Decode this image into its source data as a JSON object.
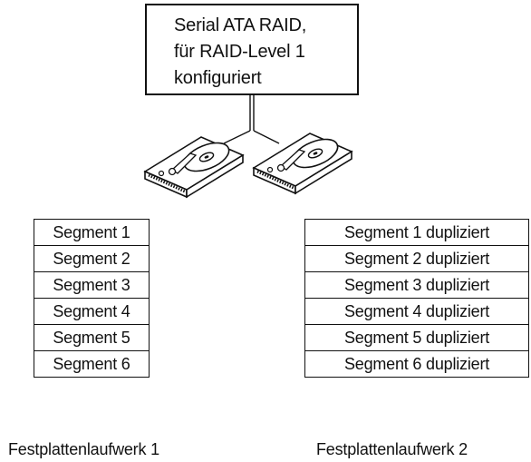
{
  "raid_box": {
    "lines": [
      "Serial ATA RAID,",
      "für RAID-Level 1",
      "konfiguriert"
    ]
  },
  "disk_1": {
    "segments": [
      "Segment 1",
      "Segment 2",
      "Segment 3",
      "Segment 4",
      "Segment 5",
      "Segment 6"
    ],
    "label": "Festplattenlaufwerk 1"
  },
  "disk_2": {
    "segments": [
      "Segment 1 dupliziert",
      "Segment 2 dupliziert",
      "Segment 3 dupliziert",
      "Segment 4 dupliziert",
      "Segment 5 dupliziert",
      "Segment 6 dupliziert"
    ],
    "label": "Festplattenlaufwerk 2"
  },
  "icons": [
    "hard-drive-icon",
    "hard-drive-icon"
  ],
  "colors": {
    "stroke": "#111111",
    "background": "#ffffff",
    "drive_fill": "#ffffff"
  }
}
